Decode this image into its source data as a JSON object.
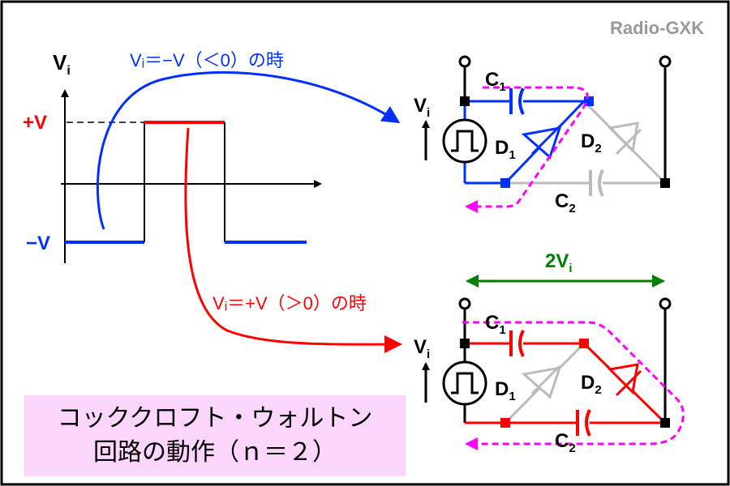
{
  "watermark": "Radio-GXK",
  "colors": {
    "negative": "#0030ff",
    "positive": "#ff0000",
    "inactive": "#bbbbbb",
    "current_path": "#ff00ff",
    "voltage_span": "#008000",
    "caption_bg": "#fdd6fd"
  },
  "waveform": {
    "axis_label": "V",
    "axis_label_sub": "i",
    "level_pos": "+V",
    "level_neg": "−V"
  },
  "annotations": {
    "negative_condition": "Vᵢ＝−V（＜0）の時",
    "positive_condition": "Vᵢ＝+V（＞0）の時"
  },
  "circuit_top": {
    "source": "V",
    "source_sub": "i",
    "c1": "C",
    "c1_sub": "1",
    "d1": "D",
    "d1_sub": "1",
    "d2": "D",
    "d2_sub": "2",
    "c2": "C",
    "c2_sub": "2"
  },
  "circuit_bottom": {
    "span": "2V",
    "span_sub": "i",
    "source": "V",
    "source_sub": "i",
    "c1": "C",
    "c1_sub": "1",
    "d1": "D",
    "d1_sub": "1",
    "d2": "D",
    "d2_sub": "2",
    "c2": "C",
    "c2_sub": "2"
  },
  "caption": {
    "line1": "コッククロフト・ウォルトン",
    "line2": "回路の動作（ｎ＝２）"
  }
}
